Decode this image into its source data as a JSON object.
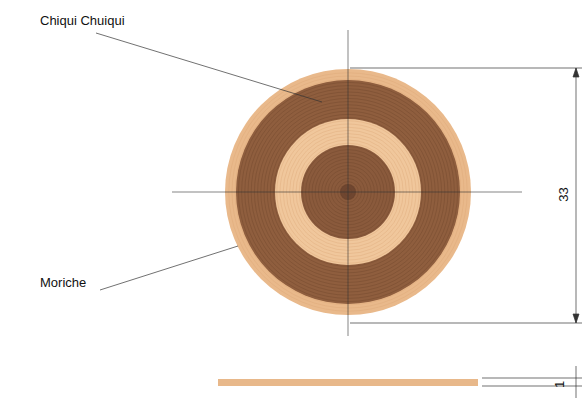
{
  "diagram": {
    "labels": [
      "Chiqui Chuiqui",
      "Moriche",
      "33",
      "1"
    ]
  }
}
